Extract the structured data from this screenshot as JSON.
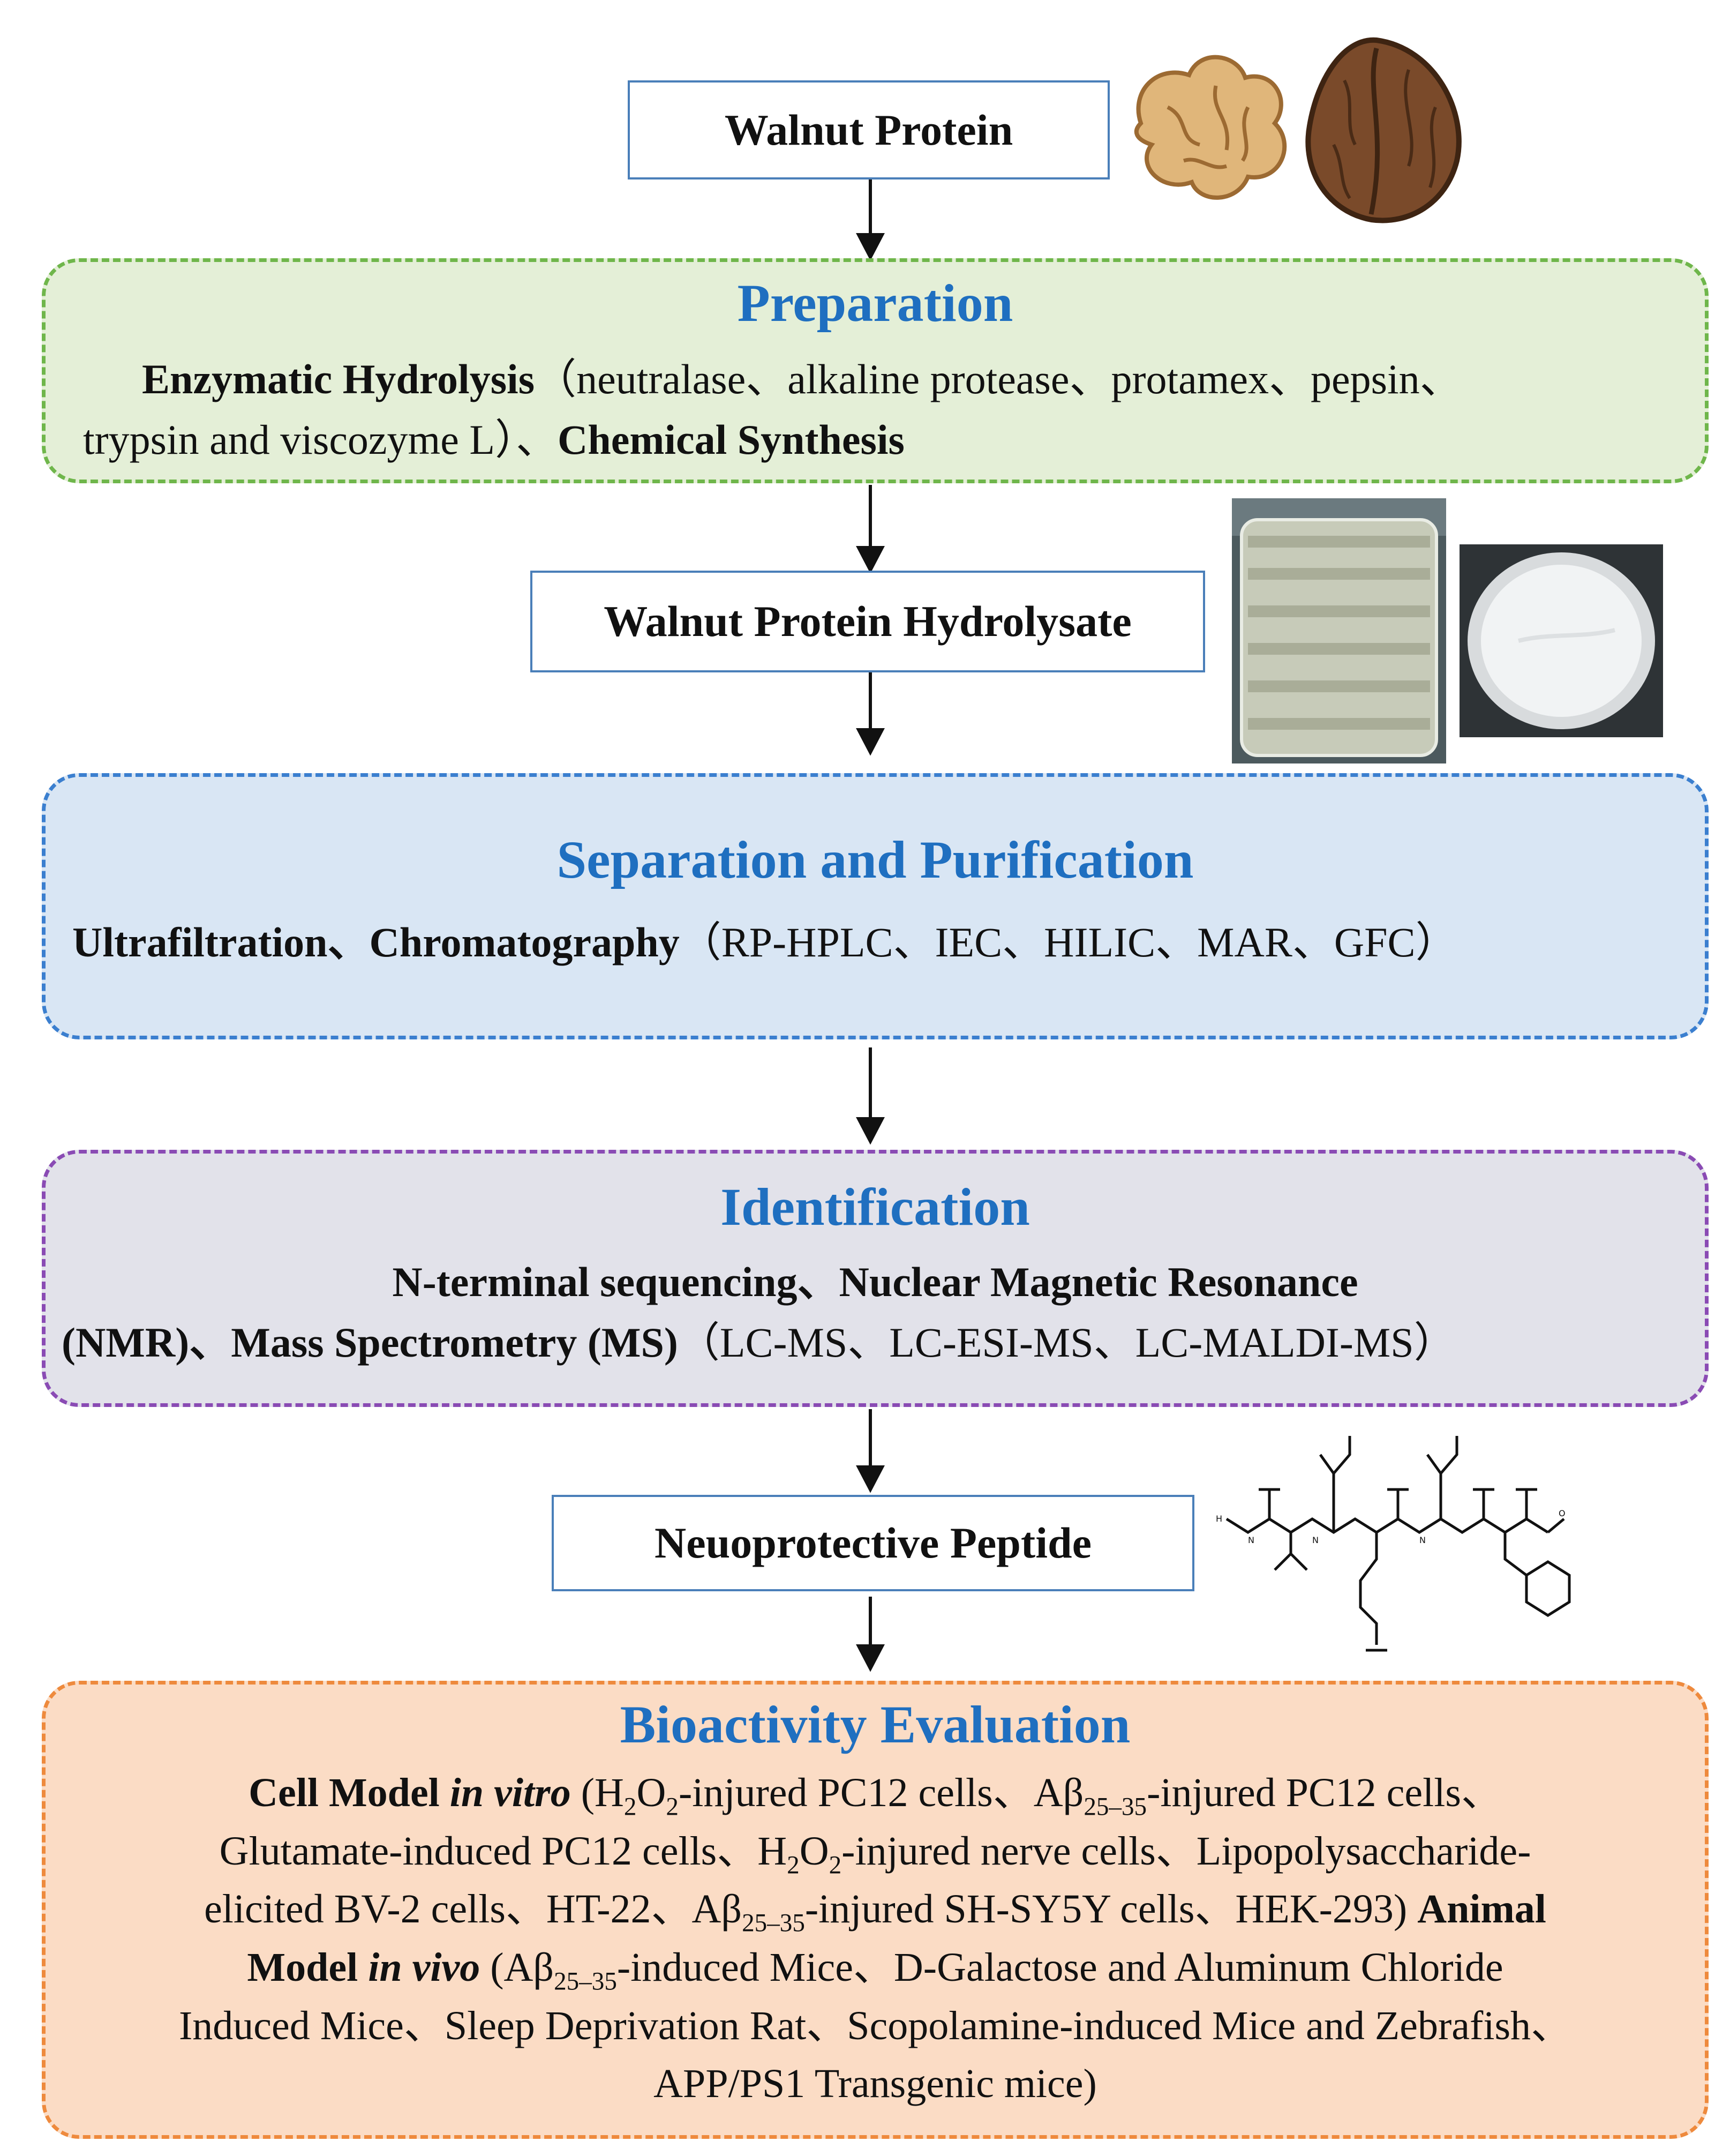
{
  "nodes": {
    "walnut_protein": "Walnut Protein",
    "hydrolysate": "Walnut Protein Hydrolysate",
    "peptide": "Neuoprotective Peptide"
  },
  "preparation": {
    "title": "Preparation",
    "bold1": "Enzymatic Hydrolysis",
    "normal1": "（neutralase、alkaline protease、protamex、pepsin、",
    "normal2": "trypsin and viscozyme L）、",
    "bold2": "Chemical Synthesis"
  },
  "separation": {
    "title": "Separation and Purification",
    "bold": "Ultrafiltration、Chromatography",
    "normal": "（RP-HPLC、IEC、HILIC、MAR、GFC）"
  },
  "identification": {
    "title": "Identification",
    "bold1": "N-terminal sequencing、Nuclear Magnetic Resonance",
    "bold2": "(NMR)、Mass Spectrometry (MS)",
    "normal": "（LC-MS、LC-ESI-MS、LC-MALDI-MS）"
  },
  "bioactivity": {
    "title": "Bioactivity Evaluation",
    "cell_bold": "Cell Model ",
    "cell_italic": "in vitro",
    "c1": " (H",
    "c1_sub": "2",
    "c2": "O",
    "c2_sub": "2",
    "c3": "-injured PC12 cells、Aβ",
    "c3_sub": "25–35",
    "c4": "-injured PC12 cells、",
    "c5": "Glutamate-induced PC12 cells、H",
    "c5_sub": "2",
    "c6": "O",
    "c6_sub": "2",
    "c7": "-injured nerve cells、Lipopolysaccharide-",
    "c8": "elicited BV-2 cells、HT-22、Aβ",
    "c8_sub": "25–35",
    "c9": "-injured SH-SY5Y cells、HEK-293)",
    "animal_bold1": "Animal",
    "animal_bold2": "Model ",
    "animal_italic": "in vivo",
    "a1": " (Aβ",
    "a1_sub": "25–35",
    "a2": "-induced Mice、D-Galactose and Aluminum Chloride",
    "a3": "Induced Mice、Sleep Deprivation Rat、Scopolamine-induced Mice and Zebrafish、",
    "a4": "APP/PS1 Transgenic mice)"
  },
  "colors": {
    "title_blue": "#1f6fc0",
    "prep_fill": "#e4efd7",
    "prep_border": "#6fb64b",
    "sep_fill": "#d9e6f4",
    "sep_border": "#3b7fcf",
    "ident_fill": "#e2e2ea",
    "ident_border": "#8a4bb4",
    "bio_fill": "#fbdcc5",
    "bio_border": "#ee8a3d",
    "node_border": "#4a7fb9"
  }
}
